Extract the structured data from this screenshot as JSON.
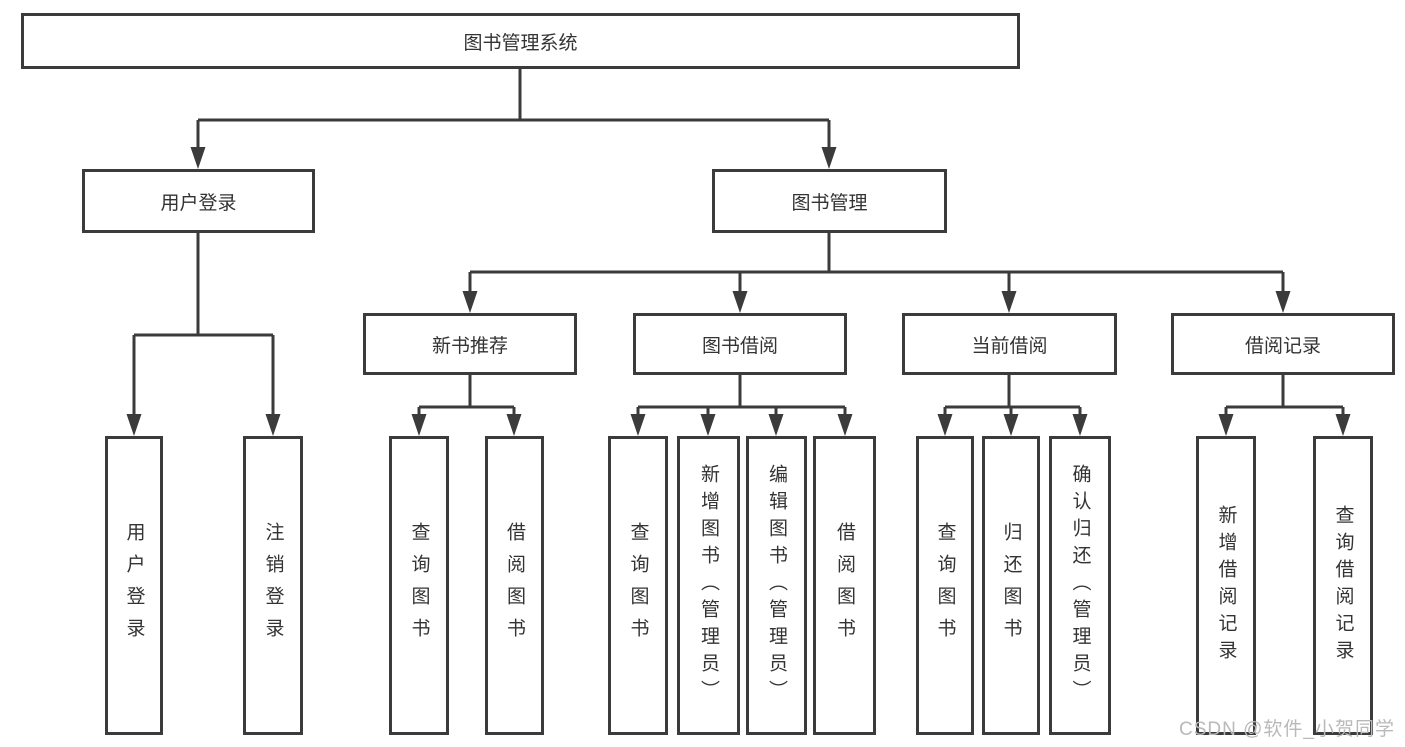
{
  "diagram": {
    "title": "图书管理系统",
    "branches": {
      "user_login": {
        "label": "用户登录",
        "children": [
          "用户登录",
          "注销登录"
        ]
      },
      "book_mgmt": {
        "label": "图书管理",
        "children": [
          {
            "label": "新书推荐",
            "children": [
              "查询图书",
              "借阅图书"
            ]
          },
          {
            "label": "图书借阅",
            "children": [
              "查询图书",
              "新增图书（管理员）",
              "编辑图书（管理员）",
              "借阅图书"
            ]
          },
          {
            "label": "当前借阅",
            "children": [
              "查询图书",
              "归还图书",
              "确认归还（管理员）"
            ]
          },
          {
            "label": "借阅记录",
            "children": [
              "新增借阅记录",
              "查询借阅记录"
            ]
          }
        ]
      }
    },
    "watermark": "CSDN @软件_小贺同学",
    "colors": {
      "line": "#3b3b3b",
      "text": "#333333",
      "watermark": "#b9b9b9"
    }
  }
}
